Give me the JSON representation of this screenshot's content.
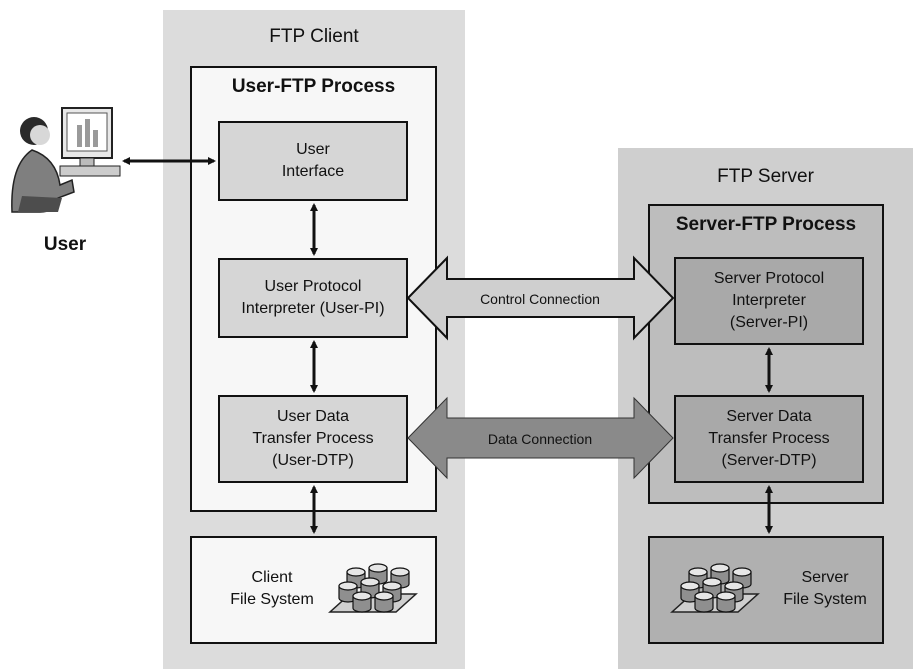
{
  "client": {
    "title": "FTP Client",
    "process_title": "User-FTP Process",
    "ui_box": "User\nInterface",
    "pi_box": "User Protocol\nInterpreter (User-PI)",
    "dtp_box": "User Data\nTransfer Process\n(User-DTP)",
    "fs_label": "Client\nFile System"
  },
  "server": {
    "title": "FTP Server",
    "process_title": "Server-FTP Process",
    "pi_box": "Server Protocol\nInterpreter\n(Server-PI)",
    "dtp_box": "Server Data\nTransfer Process\n(Server-DTP)",
    "fs_label": "Server\nFile System"
  },
  "user": {
    "label": "User"
  },
  "connections": {
    "control": "Control Connection",
    "data": "Data Connection"
  },
  "colors": {
    "client_panel": "#dcdcdc",
    "server_panel": "#cfcfcf",
    "control_arrow": "#cfcfcf",
    "data_arrow": "#8a8a8a"
  },
  "icons": {
    "user": "person-at-computer-icon",
    "database": "database-cylinders-icon"
  }
}
